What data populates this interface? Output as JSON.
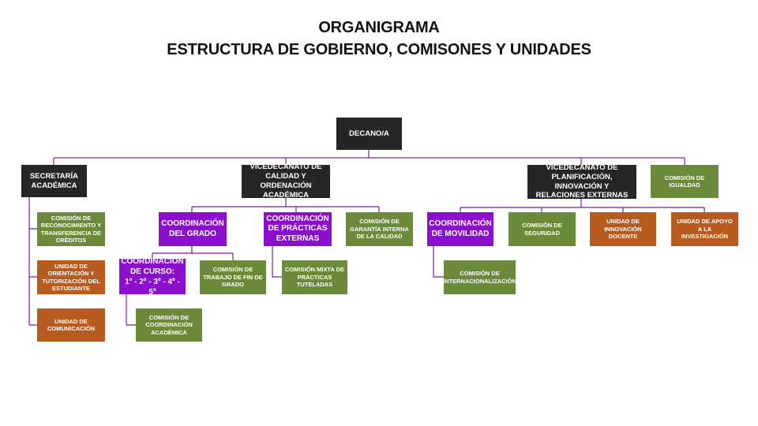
{
  "title": {
    "line1": "ORGANIGRAMA",
    "line2": "ESTRUCTURA DE GOBIERNO, COMISONES Y UNIDADES"
  },
  "colors": {
    "executive": "#262626",
    "coordination": "#8a0ecc",
    "commission": "#6b8a3a",
    "unit": "#b75b1f",
    "connector": "#7b1fa2"
  },
  "nodes": {
    "decano": "DECANO/A",
    "secretaria": "SECRETARÍA ACADÉMICA",
    "vice_calidad": "VICEDECANATO DE CALIDAD Y ORDENACIÓN ACADÉMICA",
    "vice_planificacion": "VICEDECANATO DE PLANIFICACIÓN, INNOVACIÓN Y RELACIONES EXTERNAS",
    "comision_igualdad": "COMISIÓN DE IGUALDAD",
    "comision_reconocimiento": "COMISIÓN DE RECONOCIMIENTO Y TRANSFERENCIA DE CRÉDITOS",
    "unidad_orientacion": "UNIDAD DE ORIENTACIÓN Y TUTORIZACIÓN DEL ESTUDIANTE",
    "unidad_comunicacion": "UNIDAD DE COMUNICACIÓN",
    "coord_grado": "COORDINACIÓN DEL GRADO",
    "coord_practicas": "COORDINACIÓN DE PRÁCTICAS EXTERNAS",
    "comision_garantia": "COMISIÓN DE GARANTÍA INTERNA DE LA CALIDAD",
    "coord_curso_title": "COORDINACIÓN DE CURSO:",
    "coord_curso_years": "1º - 2º - 3º - 4º - 5º",
    "comision_tfg": "COMISIÓN DE TRABAJO DE FIN DE GRADO",
    "comision_mixta": "COMISIÓN MIXTA DE PRÁCTICAS TUTELADAS",
    "comision_coord_academica": "COMISIÓN DE COORDINACIÓN ACADÉMICA",
    "coord_movilidad": "COORDINACIÓN DE MOVILIDAD",
    "comision_seguridad": "COMISIÓN DE SEGURIDAD",
    "unidad_innovacion": "UNIDAD DE INNOVACIÓN DOCENTE",
    "unidad_apoyo": "UNIDAD DE APOYO A LA INVESTIGACIÓN",
    "comision_internacionalizacion": "COMISIÓN DE INTERNACIONALIZACIÓN"
  }
}
